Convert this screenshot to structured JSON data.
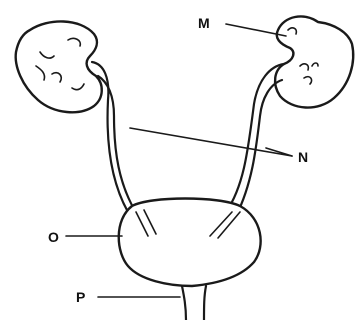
{
  "labels": {
    "M": "M",
    "N": "N",
    "O": "O",
    "P": "P"
  },
  "colors": {
    "ink": "#1a1a1a",
    "background": "#ffffff"
  }
}
